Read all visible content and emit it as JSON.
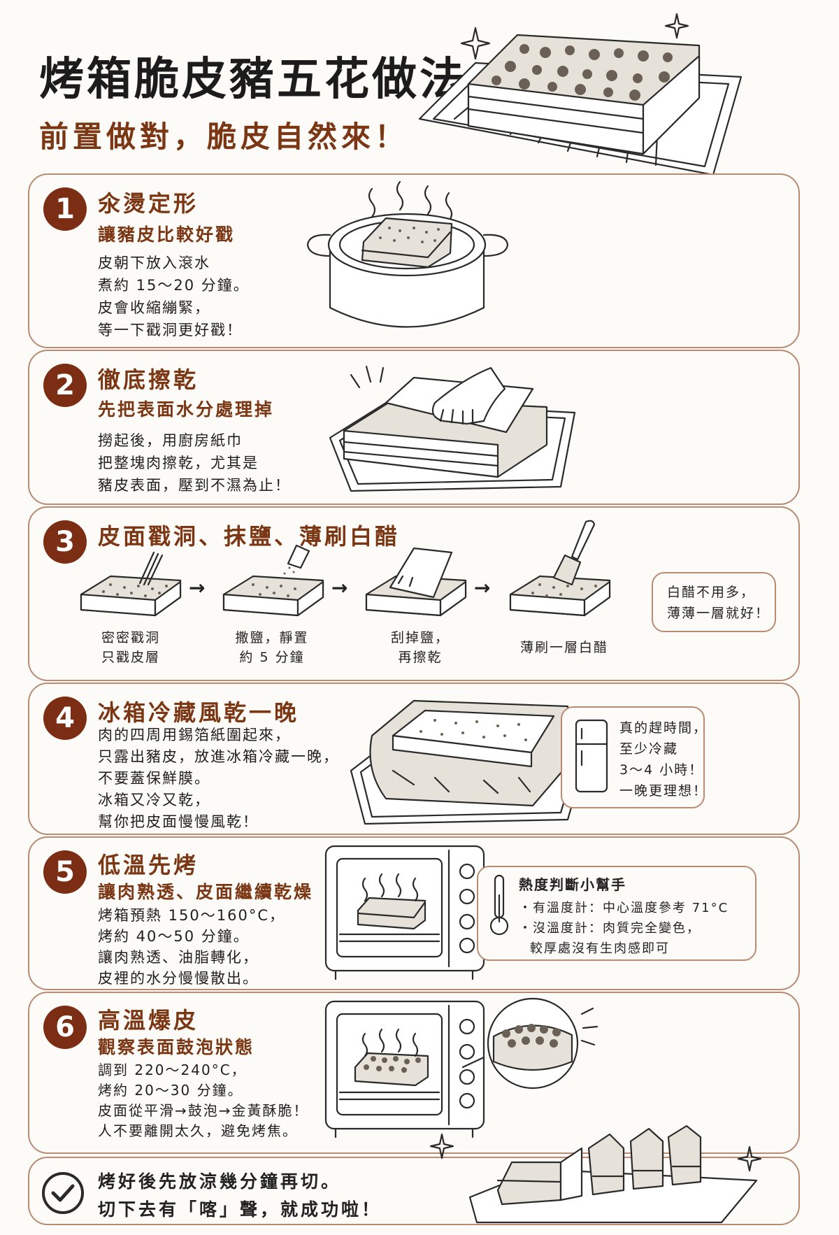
{
  "header": {
    "title": "烤箱脆皮豬五花做法",
    "subtitle": "前置做對，脆皮自然來！"
  },
  "steps": [
    {
      "number": "1",
      "title": "氽燙定形",
      "subtitle": "讓豬皮比較好戳",
      "body": [
        "皮朝下放入滾水",
        "煮約 15～20 分鐘。",
        "皮會收縮繃緊，",
        "等一下戳洞更好戳！"
      ]
    },
    {
      "number": "2",
      "title": "徹底擦乾",
      "subtitle": "先把表面水分處理掉",
      "body": [
        "撈起後，用廚房紙巾",
        "把整塊肉擦乾，尤其是",
        "豬皮表面，壓到不濕為止！"
      ]
    },
    {
      "number": "3",
      "title": "皮面戳洞、抹鹽、薄刷白醋",
      "substeps": [
        {
          "line1": "密密戳洞",
          "line2": "只戳皮層"
        },
        {
          "line1": "撒鹽，靜置",
          "line2": "約 5 分鐘"
        },
        {
          "line1": "刮掉鹽，",
          "line2": "再擦乾"
        },
        {
          "line1": "薄刷一層白醋",
          "line2": ""
        }
      ],
      "arrow": "→",
      "bubble": [
        "白醋不用多，",
        "薄薄一層就好！"
      ]
    },
    {
      "number": "4",
      "title": "冰箱冷藏風乾一晚",
      "body": [
        "肉的四周用錫箔紙圍起來，",
        "只露出豬皮，放進冰箱冷藏一晚，",
        "不要蓋保鮮膜。",
        "冰箱又冷又乾，",
        "幫你把皮面慢慢風乾！"
      ],
      "bubble": [
        "真的趕時間，",
        "至少冷藏",
        "3～4 小時！",
        "一晚更理想！"
      ]
    },
    {
      "number": "5",
      "title": "低溫先烤",
      "subtitle": "讓肉熟透、皮面繼續乾燥",
      "body": [
        "烤箱預熱 150～160°C，",
        "烤約 40～50 分鐘。",
        "讓肉熟透、油脂轉化，",
        "皮裡的水分慢慢散出。"
      ],
      "tip_title": "熱度判斷小幫手",
      "tips": [
        "・有溫度計：中心溫度參考 71°C",
        "・沒溫度計：肉質完全變色，",
        "較厚處沒有生肉感即可"
      ]
    },
    {
      "number": "6",
      "title": "高溫爆皮",
      "subtitle": "觀察表面鼓泡狀態",
      "body": [
        "調到 220～240°C，",
        "烤約 20～30 分鐘。",
        "皮面從平滑→鼓泡→金黃酥脆！",
        "人不要離開太久，避免烤焦。"
      ]
    }
  ],
  "final": {
    "line1": "烤好後先放涼幾分鐘再切。",
    "line2": "切下去有「喀」聲，就成功啦！"
  },
  "icons": [
    "sparkle-icon",
    "steam-icon",
    "arrow-right-icon",
    "fridge-icon",
    "thermometer-icon",
    "check-circle-icon"
  ],
  "colors": {
    "accent": "#7b3614",
    "badge": "#7b2e13",
    "border": "#b98a74"
  }
}
